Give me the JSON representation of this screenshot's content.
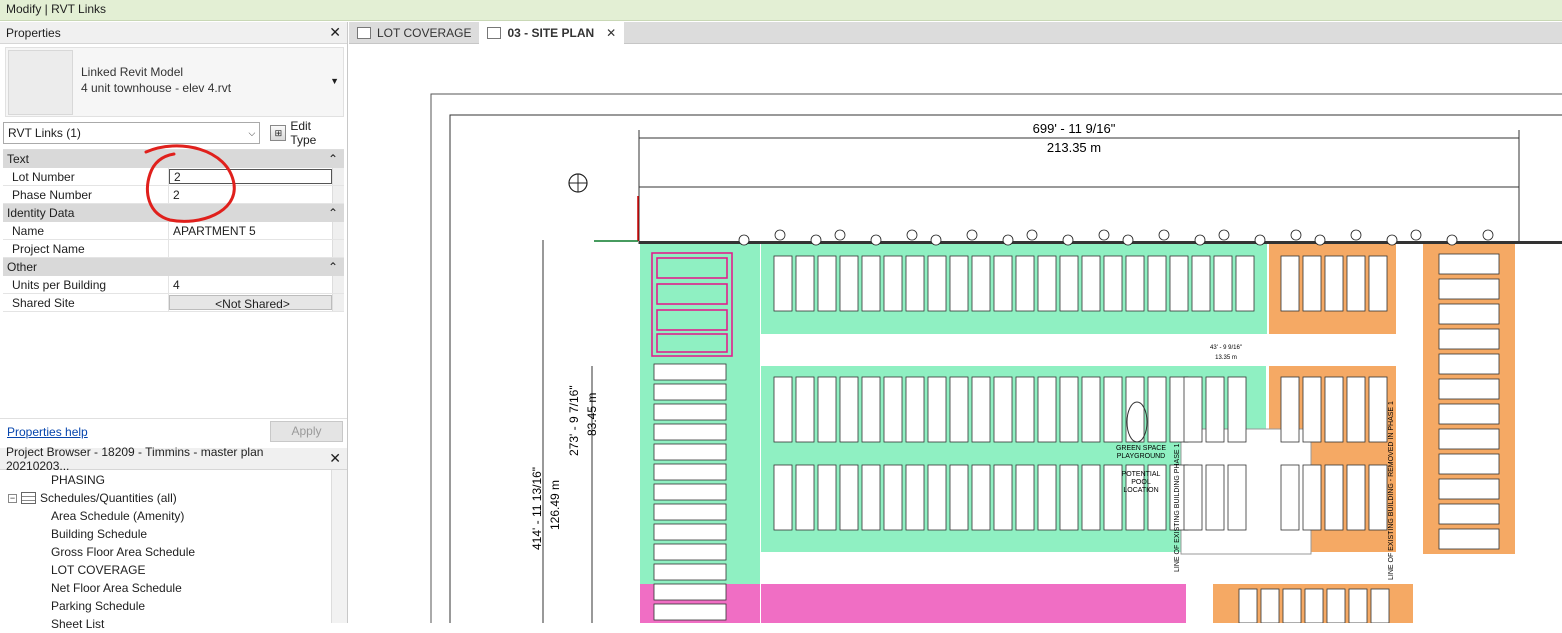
{
  "context_bar": {
    "label": "Modify | RVT Links"
  },
  "properties": {
    "title": "Properties",
    "type_name": "Linked Revit Model",
    "type_file": "4 unit townhouse - elev 4.rvt",
    "selector": "RVT Links (1)",
    "edit_type": "Edit Type",
    "groups": {
      "text": "Text",
      "identity": "Identity Data",
      "other": "Other"
    },
    "rows": {
      "lot_number": {
        "key": "Lot Number",
        "value": "2"
      },
      "phase_number": {
        "key": "Phase Number",
        "value": "2"
      },
      "name": {
        "key": "Name",
        "value": "APARTMENT 5"
      },
      "project_name": {
        "key": "Project Name",
        "value": ""
      },
      "units_per_building": {
        "key": "Units per Building",
        "value": "4"
      },
      "shared_site": {
        "key": "Shared Site",
        "value": "<Not Shared>"
      }
    },
    "help": "Properties help",
    "apply": "Apply"
  },
  "project_browser": {
    "title": "Project Browser - 18209 - Timmins - master plan 20210203...",
    "items": [
      {
        "label": "PHASING",
        "level": 2
      },
      {
        "label": "Schedules/Quantities (all)",
        "level": 1
      },
      {
        "label": "Area Schedule (Amenity)",
        "level": 2
      },
      {
        "label": "Building Schedule",
        "level": 2
      },
      {
        "label": "Gross Floor Area Schedule",
        "level": 2
      },
      {
        "label": "LOT COVERAGE",
        "level": 2
      },
      {
        "label": "Net Floor Area Schedule",
        "level": 2
      },
      {
        "label": "Parking Schedule",
        "level": 2
      },
      {
        "label": "Sheet List",
        "level": 2
      }
    ]
  },
  "tabs": [
    {
      "label": "LOT COVERAGE",
      "active": false
    },
    {
      "label": "03 - SITE PLAN",
      "active": true
    }
  ],
  "site_plan": {
    "dim_top_imperial": "699' - 11 9/16\"",
    "dim_top_metric": "213.35 m",
    "dim_left1_imperial": "273' - 9 7/16\"",
    "dim_left1_metric": "83.45 m",
    "dim_left2_imperial": "414' - 11 13/16\"",
    "dim_left2_metric": "126.49 m",
    "small_dim_imperial": "43' - 9 9/16\"",
    "small_dim_metric": "13.35 m",
    "green_label_1": "GREEN SPACE",
    "green_label_2": "PLAYGROUND",
    "pool_label_1": "POTENTIAL",
    "pool_label_2": "POOL",
    "pool_label_3": "LOCATION",
    "phase_line_1": "LINE OF EXISTING BUILDING PHASE 1",
    "phase_line_2": "LINE OF EXISTING BUILDING - REMOVED IN PHASE 1",
    "colors": {
      "green": "#8ff0c2",
      "orange": "#f5a964",
      "pink": "#f06ec4",
      "annotation_red": "#e0201c"
    }
  }
}
